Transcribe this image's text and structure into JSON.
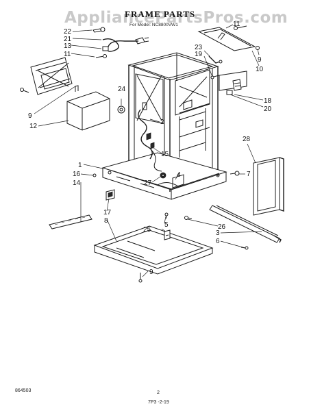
{
  "watermark": "AppliancePartsPros.com",
  "title": "FRAME PARTS",
  "subtitle": "For Model: NC8800VW1",
  "footer": {
    "left_code": "864503",
    "page": "2",
    "bottom_code": "7P3 -2-19"
  },
  "callouts": {
    "c22": "22",
    "c21": "21",
    "c13": "13",
    "c11a": "11",
    "c11b": "11",
    "c9a": "9",
    "c10": "10",
    "c23": "23",
    "c19": "19",
    "c18": "18",
    "c20": "20",
    "c24": "24",
    "c9b": "9",
    "c12": "12",
    "c2": "2",
    "c15": "15",
    "c28": "28",
    "c1": "1",
    "c16": "16",
    "c14": "14",
    "c27": "27",
    "c4": "4",
    "c7": "7",
    "c17": "17",
    "c8": "8",
    "c5": "5",
    "c26": "26",
    "c25": "25",
    "c6": "6",
    "c3": "3",
    "c9c": "9"
  }
}
